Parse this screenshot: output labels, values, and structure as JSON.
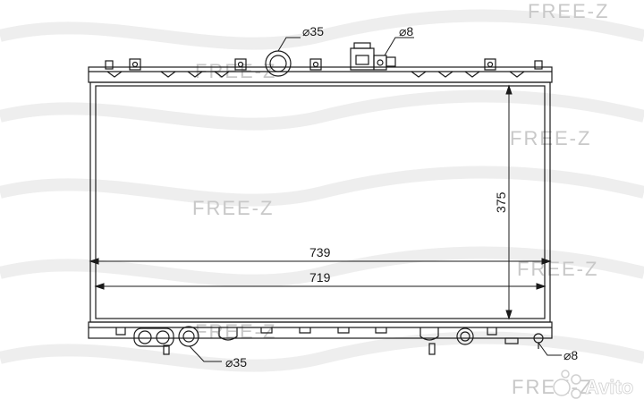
{
  "watermark": {
    "brand": "FREE-Z",
    "marketplace": "Avito"
  },
  "dimensions": {
    "overall_width": "739",
    "core_width": "719",
    "height": "375",
    "top_inlet_diameter": "⌀35",
    "top_small_diameter": "⌀8",
    "bottom_outlet_diameter": "⌀35",
    "drain_diameter": "⌀8"
  },
  "colors": {
    "line": "#1a1a1a",
    "watermark": "#c8c8c8",
    "wave": "#eeeeee"
  }
}
